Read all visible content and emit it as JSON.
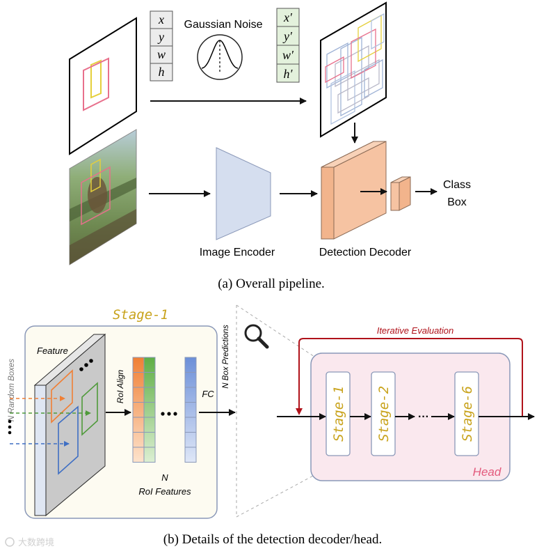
{
  "top": {
    "input_vars": [
      "x",
      "y",
      "w",
      "h"
    ],
    "noisy_vars": [
      "x′",
      "y′",
      "w′",
      "h′"
    ],
    "noise_label": "Gaussian Noise",
    "encoder_label": "Image Encoder",
    "decoder_label": "Detection Decoder",
    "output_label_1": "Class",
    "output_label_2": "Box",
    "caption": "(a) Overall pipeline."
  },
  "bottom": {
    "stage_title": "Stage-1",
    "n_random_boxes": "N Random Boxes",
    "feature_label": "Feature",
    "roi_align_label": "RoI Align",
    "fc_label": "FC",
    "n_box_predictions": "N Box Predictions",
    "roi_features_n": "N",
    "roi_features_label": "RoI Features",
    "iterative_label": "Iterative Evaluation",
    "stages": [
      "Stage-1",
      "Stage-2",
      "Stage-6"
    ],
    "ellipsis": "···",
    "head_label": "Head",
    "caption": "(b) Details of the detection decoder/head.",
    "watermark": "大数跨境"
  },
  "colors": {
    "pink_box": "#e8708c",
    "yellow_box": "#e5cf3b",
    "encoder_fill": "#d5deef",
    "decoder_fill": "#f6c3a2",
    "stage_border": "#8a98b8",
    "stage_bg": "#fdfbf1",
    "head_bg": "#fae8ee",
    "head_text": "#e35a7c",
    "stage_text": "#c8a21a",
    "iter_red": "#b0121a",
    "orange": "#f07f34",
    "green": "#4f9a3a",
    "blue": "#3f6fc4"
  }
}
